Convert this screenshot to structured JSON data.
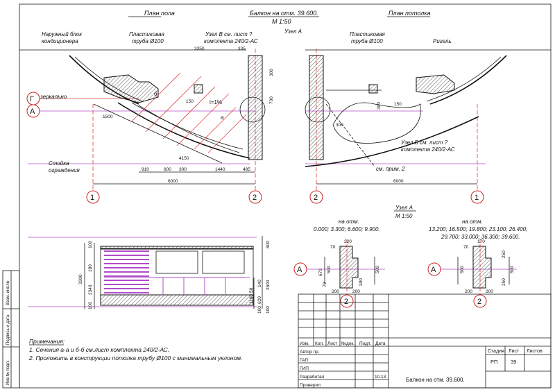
{
  "plans": {
    "floor_title": "План пола",
    "center_title": "Балкон на отм. 39.600.",
    "center_scale": "М 1:50",
    "ceiling_title": "План потолка"
  },
  "floor_plan": {
    "ac_unit_line1": "Наружный блок",
    "ac_unit_line2": "кондиционера",
    "pipe_line1": "Пластиковая",
    "pipe_line2": "труба Ø100",
    "node_b_line1": "Узел В см. лист ?",
    "node_b_line2": "комплекта 240/2-АС",
    "axis_g": "Г",
    "mirror": "зеркально",
    "axis_a": "А",
    "railing_line1": "Стойка",
    "railing_line2": "ограждения",
    "slope": "i=1%",
    "axis_1": "1",
    "axis_2": "2",
    "dims_bottom": [
      "910",
      "600",
      "300",
      "1440",
      "485"
    ],
    "dim_total": "6000",
    "dim_3350": "3350",
    "dim_335": "335",
    "dim_300": "300",
    "dim_700": "700",
    "dim_1500": "1500",
    "dim_4150": "4150",
    "dim_150": "150",
    "sec_a": "a",
    "sec_b": "б"
  },
  "ceiling_plan": {
    "node_a": "Узел А",
    "pipe_line1": "Пластиковая",
    "pipe_line2": "труба Ø100",
    "girder": "Ригель",
    "node_b_line1": "Узел Б см. лист ?",
    "node_b_line2": "комплекта 240/2-АС",
    "note_ref": "см. прим. 2",
    "axis_2": "2",
    "axis_1": "1",
    "dim_total": "6000",
    "dim_300a": "300",
    "dim_300b": "300",
    "dim_150": "150"
  },
  "elevation": {
    "dims_left": [
      "100",
      "180",
      "2340",
      "3300",
      "100"
    ],
    "dims_right": [
      "600",
      "140",
      "2600",
      "620",
      "1160",
      "100",
      "50",
      "100"
    ]
  },
  "node_a": {
    "title": "Узел А",
    "scale": "М 1:50",
    "left_title": "на отм.",
    "left_levels": "0.000; 3.300; 6.600; 9.900.",
    "right_title": "на отм.",
    "right_levels_1": "13.200; 16.500; 19.800; 23.100; 26.400;",
    "right_levels_2": "29.700; 33.000; 36.300; 39.600.",
    "axis_a": "А",
    "axis_2": "2",
    "left_dims": [
      "220",
      "70",
      "670",
      "500",
      "500",
      "300",
      "70",
      "200",
      "200"
    ],
    "right_dims": [
      "170",
      "70",
      "250",
      "500",
      "500",
      "250",
      "200",
      "200"
    ]
  },
  "notes": {
    "title": "Примечания:",
    "line1": "1. Сечения а-а и б-б см.лист комплекта 240/2-АС.",
    "line2": "2. Проложить в конструкции потолка трубу Ø100 с минимальным уклоном."
  },
  "stamp": {
    "col_headers": [
      "Изм.",
      "Кол.",
      "Лист",
      "№док.",
      "Подп.",
      "Дата"
    ],
    "roles": [
      "Автор пр.",
      "ГАП",
      "ГИП",
      "Разработал",
      "Проверил"
    ],
    "date_value": "10.13",
    "stage_header": "Стадия",
    "sheet_header": "Лист",
    "sheets_header": "Листов",
    "stage_value": "РП",
    "sheet_value": "39",
    "sheets_value": "",
    "title": "Балкон на отм. 39.600."
  },
  "side_stamp": {
    "field1": "Взам. инв.№",
    "field2": "Подпись и дата",
    "field3": "Инв.№ подл."
  }
}
